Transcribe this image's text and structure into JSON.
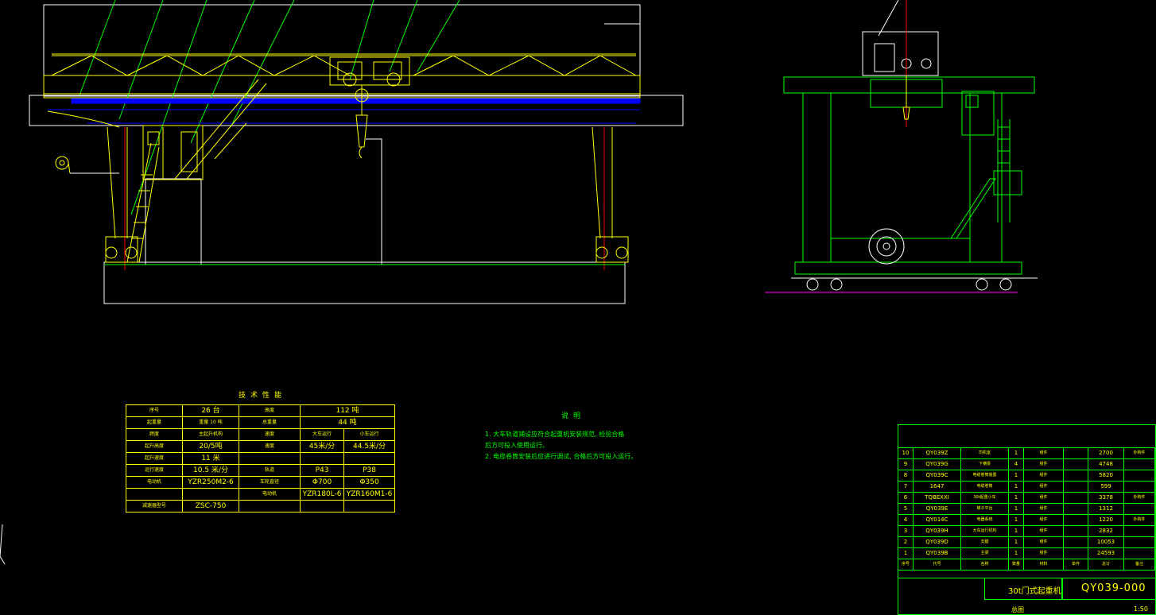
{
  "colors": {
    "background": "#000000",
    "structure": "#ffff00",
    "outline": "#00ff00",
    "rail": "#0000ff",
    "frame": "#ffffff",
    "center": "#ff0000",
    "ground": "#ff00ff"
  },
  "spec": {
    "title": "技术性能",
    "rows": [
      [
        "序号",
        "26 台",
        "高度",
        "112 吨"
      ],
      [
        "起重量",
        "重量 10 吨",
        "总重量",
        "44 吨"
      ],
      [
        "跨度",
        "主起升机构",
        "速度",
        "大车运行",
        "小车运行"
      ],
      [
        "起升高度",
        "20/5吨",
        "速度",
        "45米/分",
        "44.5米/分"
      ],
      [
        "起升速度",
        "11 米"
      ],
      [
        "运行速度",
        "10.5 米/分",
        "轨道",
        "P43",
        "P38"
      ],
      [
        "电动机",
        "YZR250M2-6",
        "车轮直径",
        "Φ700",
        "Φ350"
      ],
      [
        "",
        "",
        "电动机",
        "YZR180L-6",
        "YZR160M1-6"
      ],
      [
        "减速器型号",
        "ZSC-750"
      ]
    ]
  },
  "notes": {
    "title": "说明",
    "lines": [
      "1. 大车轨道铺设应符合起重机安装规范, 检验合格",
      "   后方可投入使用运行。",
      "2. 电缆卷筒安装后应进行调试, 合格后方可投入运行。"
    ]
  },
  "parts": {
    "rows": [
      [
        "10",
        "QY039Z",
        "司机室",
        "1",
        "组件",
        "",
        "2700",
        "外购件"
      ],
      [
        "9",
        "QY039G",
        "下横梁",
        "4",
        "组件",
        "",
        "4748",
        ""
      ],
      [
        "8",
        "QY039C",
        "电缆卷筒装置",
        "1",
        "组件",
        "",
        "5820",
        ""
      ],
      [
        "7",
        "1647",
        "电缆卷筒",
        "1",
        "组件",
        "",
        "599",
        ""
      ],
      [
        "6",
        "TQBEXXI",
        "30t起重小车",
        "1",
        "组件",
        "",
        "3378",
        "外购件"
      ],
      [
        "5",
        "QY039E",
        "梯子平台",
        "1",
        "组件",
        "",
        "1312",
        ""
      ],
      [
        "4",
        "QY014C",
        "电器系统",
        "1",
        "组件",
        "",
        "1220",
        "外购件"
      ],
      [
        "3",
        "QY039H",
        "大车运行机构",
        "1",
        "组件",
        "",
        "2832",
        ""
      ],
      [
        "2",
        "QY039D",
        "支腿",
        "1",
        "组件",
        "",
        "10053",
        ""
      ],
      [
        "1",
        "QY039B",
        "主梁",
        "1",
        "组件",
        "",
        "24593",
        ""
      ]
    ],
    "header": [
      "序号",
      "代号",
      "名称",
      "数量",
      "材料",
      "单件",
      "总计",
      "备注"
    ]
  },
  "title_block": {
    "name": "30t门式起重机",
    "drawing_no": "QY039-000",
    "sub": "总图",
    "scale": "1:50"
  }
}
